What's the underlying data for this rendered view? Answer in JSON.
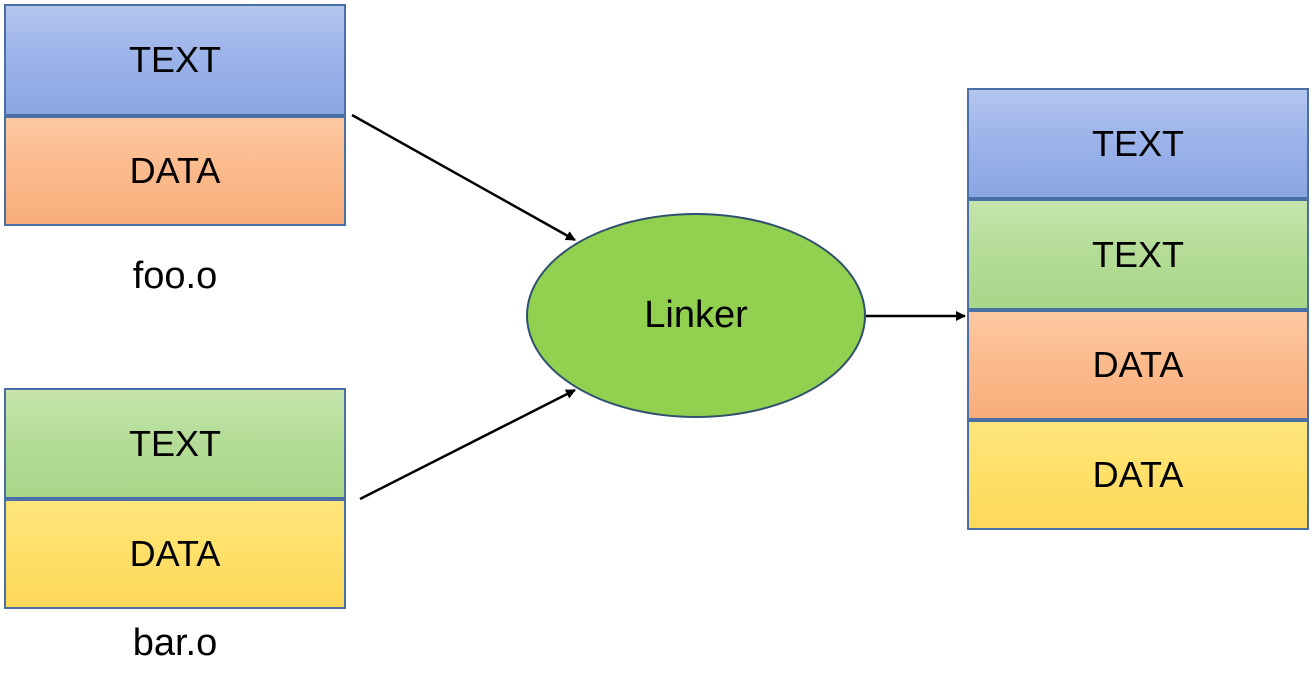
{
  "foo": {
    "label": "foo.o",
    "sections": [
      "TEXT",
      "DATA"
    ]
  },
  "bar": {
    "label": "bar.o",
    "sections": [
      "TEXT",
      "DATA"
    ]
  },
  "linker": {
    "label": "Linker"
  },
  "output": {
    "sections": [
      "TEXT",
      "TEXT",
      "DATA",
      "DATA"
    ]
  },
  "colors": {
    "text_blue": "#9db4ea",
    "text_green": "#b5dd98",
    "data_orange": "#fbbb8d",
    "data_yellow": "#ffe06a",
    "linker_green": "#92d050"
  }
}
